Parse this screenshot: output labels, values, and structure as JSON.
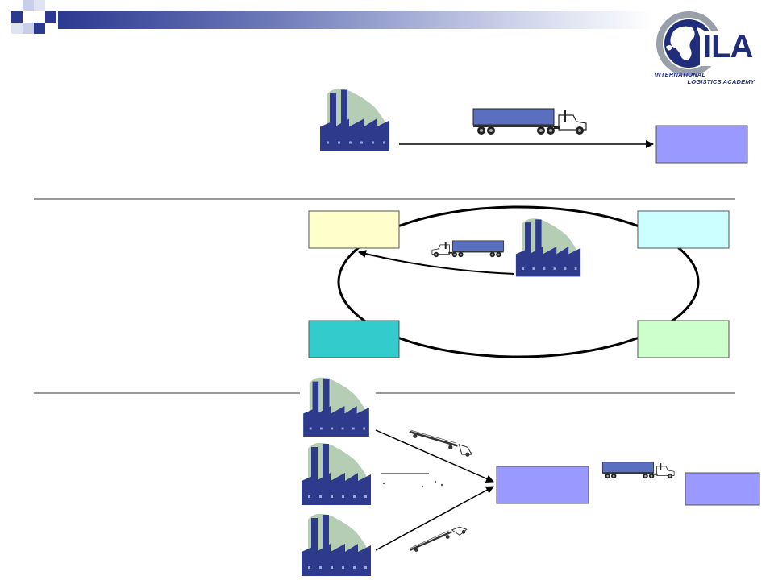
{
  "header": {
    "accent": "#2b3990"
  },
  "logo": {
    "letters": "ILA",
    "line1": "INTERNATIONAL",
    "line2": "LOGISTICS ACADEMY",
    "icon": "globe-icon"
  },
  "colors": {
    "factory": "#2e3a8c",
    "smoke": "#b5cdb5",
    "box_periwinkle": "#9999ff",
    "box_cream": "#ffffcc",
    "box_cyan": "#ccffff",
    "box_teal": "#33cccc",
    "box_mint": "#ccffcc",
    "truck_body": "#5a6fbf"
  }
}
